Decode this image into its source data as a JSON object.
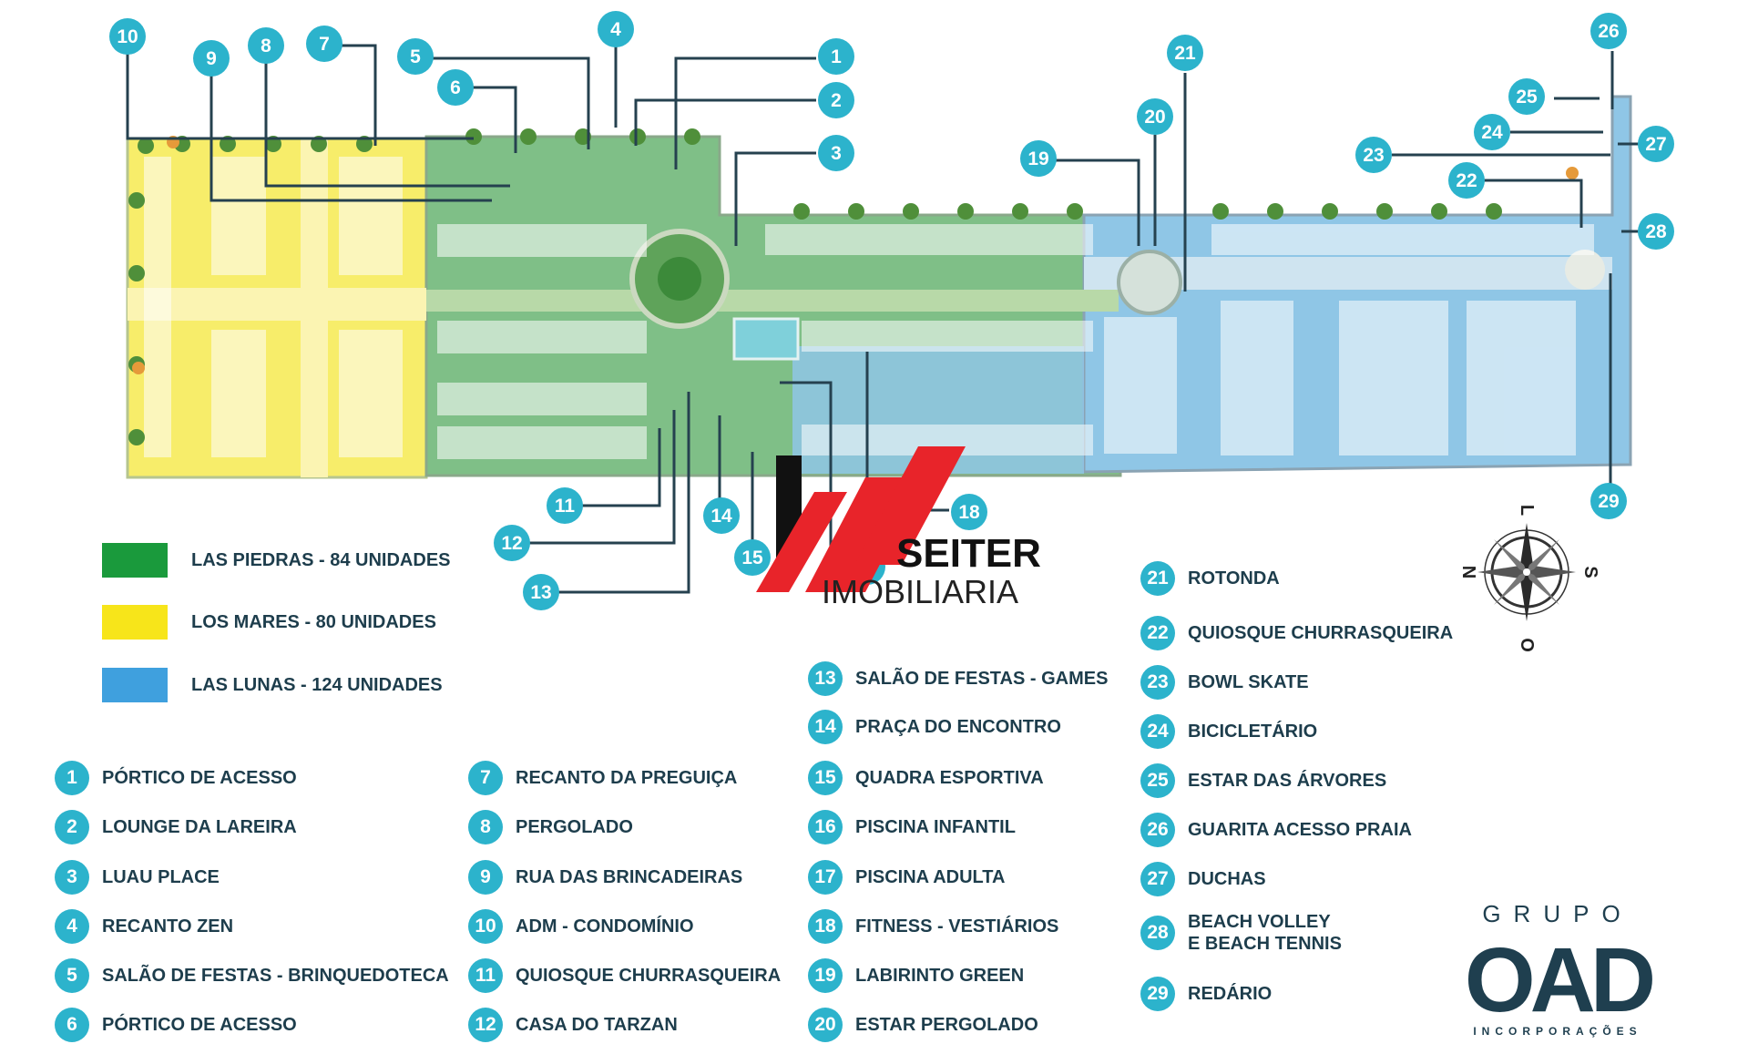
{
  "colors": {
    "callout": "#2cb3cc",
    "text_dark": "#1d3d4c",
    "zone_green": "#1a9a3c",
    "zone_yellow": "#f7e51a",
    "zone_blue": "#3fa0de",
    "watermark_red": "#e8242a"
  },
  "zones": [
    {
      "id": "las-piedras",
      "label": "LAS PIEDRAS - 84 UNIDADES",
      "color": "#1a9a3c"
    },
    {
      "id": "los-mares",
      "label": "LOS MARES - 80 UNIDADES",
      "color": "#f7e51a"
    },
    {
      "id": "las-lunas",
      "label": "LAS LUNAS - 124 UNIDADES",
      "color": "#3fa0de"
    }
  ],
  "amenities": [
    {
      "n": "1",
      "label": "PÓRTICO DE ACESSO"
    },
    {
      "n": "2",
      "label": "LOUNGE DA LAREIRA"
    },
    {
      "n": "3",
      "label": "LUAU PLACE"
    },
    {
      "n": "4",
      "label": "RECANTO ZEN"
    },
    {
      "n": "5",
      "label": "SALÃO DE FESTAS - BRINQUEDOTECA"
    },
    {
      "n": "6",
      "label": "PÓRTICO DE ACESSO"
    },
    {
      "n": "7",
      "label": "RECANTO DA PREGUIÇA"
    },
    {
      "n": "8",
      "label": "PERGOLADO"
    },
    {
      "n": "9",
      "label": "RUA DAS BRINCADEIRAS"
    },
    {
      "n": "10",
      "label": "ADM - CONDOMÍNIO"
    },
    {
      "n": "11",
      "label": "QUIOSQUE CHURRASQUEIRA"
    },
    {
      "n": "12",
      "label": "CASA DO TARZAN"
    },
    {
      "n": "13",
      "label": "SALÃO DE FESTAS - GAMES"
    },
    {
      "n": "14",
      "label": "PRAÇA DO ENCONTRO"
    },
    {
      "n": "15",
      "label": "QUADRA ESPORTIVA"
    },
    {
      "n": "16",
      "label": "PISCINA INFANTIL"
    },
    {
      "n": "17",
      "label": "PISCINA ADULTA"
    },
    {
      "n": "18",
      "label": "FITNESS - VESTIÁRIOS"
    },
    {
      "n": "19",
      "label": "LABIRINTO GREEN"
    },
    {
      "n": "20",
      "label": "ESTAR PERGOLADO"
    },
    {
      "n": "21",
      "label": "ROTONDA"
    },
    {
      "n": "22",
      "label": "QUIOSQUE CHURRASQUEIRA"
    },
    {
      "n": "23",
      "label": "BOWL SKATE"
    },
    {
      "n": "24",
      "label": "BICICLETÁRIO"
    },
    {
      "n": "25",
      "label": "ESTAR DAS ÁRVORES"
    },
    {
      "n": "26",
      "label": "GUARITA ACESSO PRAIA"
    },
    {
      "n": "27",
      "label": "DUCHAS"
    },
    {
      "n": "28",
      "label": "BEACH VOLLEY\nE BEACH TENNIS"
    },
    {
      "n": "29",
      "label": "REDÁRIO"
    }
  ],
  "compass": {
    "n": "N",
    "s": "S",
    "l": "L",
    "o": "O"
  },
  "watermark": {
    "line1": "SEITER",
    "line2": "IMOBILIARIA"
  },
  "developer_logo": {
    "top": "GRUPO",
    "mark": "OAD",
    "bottom": "INCORPORAÇÕES"
  }
}
